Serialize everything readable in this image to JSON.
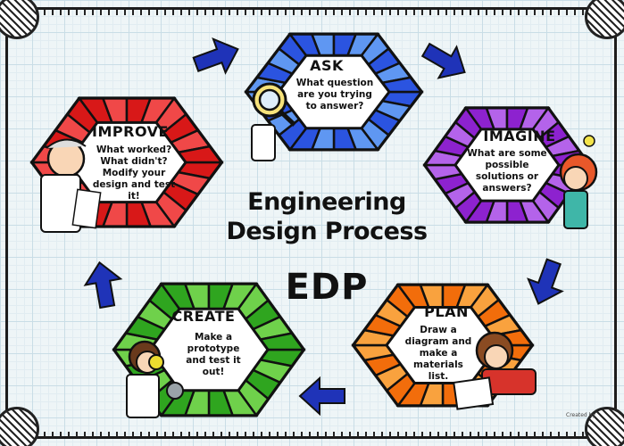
{
  "title_line1": "Engineering",
  "title_line2": "Design Process",
  "acronym": "EDP",
  "stages": [
    {
      "id": "ask",
      "title": "ASK",
      "text": "What question are you trying to answer?",
      "color": "#2b54e0",
      "light": "#5f97f2"
    },
    {
      "id": "imagine",
      "title": "IMAGINE",
      "text": "What are some possible solutions or answers?",
      "color": "#8d22cf",
      "light": "#b463ea"
    },
    {
      "id": "plan",
      "title": "PLAN",
      "text": "Draw a diagram and make a materials list.",
      "color": "#f26d0b",
      "light": "#f9a23e"
    },
    {
      "id": "create",
      "title": "CREATE",
      "text": "Make a prototype and test it out!",
      "color": "#2fa51f",
      "light": "#6fd14b"
    },
    {
      "id": "improve",
      "title": "IMPROVE",
      "text": "What worked? What didn't? Modify your design and test it!",
      "color": "#d81818",
      "light": "#f04848"
    }
  ],
  "arrow_color": "#1f33b8",
  "credit": "Created by"
}
